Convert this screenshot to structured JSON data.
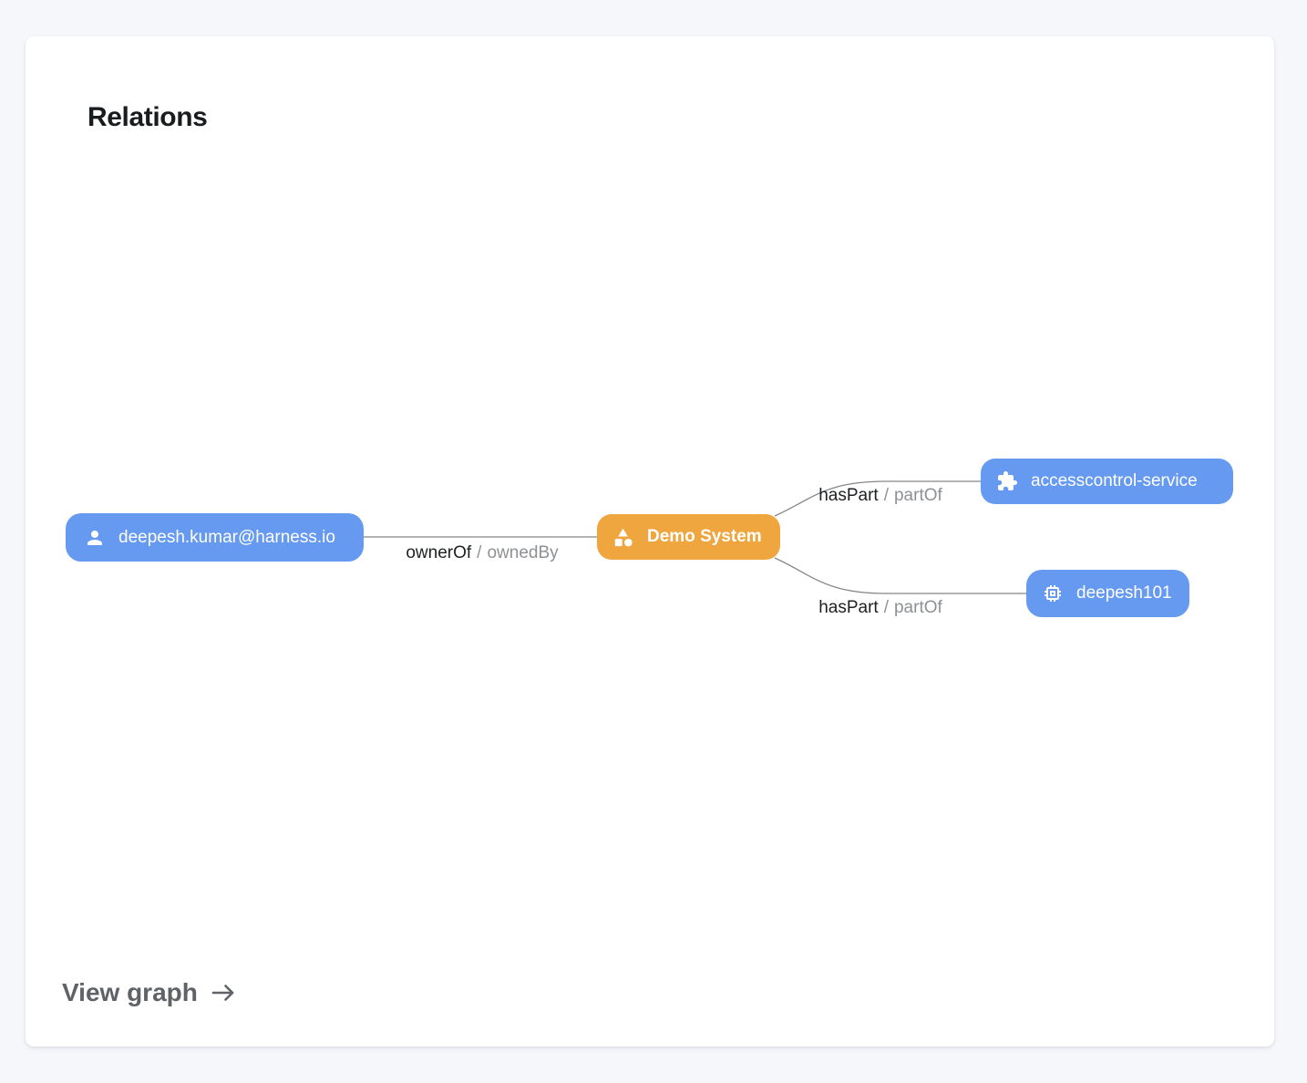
{
  "page": {
    "background": "#f5f7fb"
  },
  "card": {
    "title": "Relations",
    "background": "#ffffff"
  },
  "footer": {
    "link_label": "View graph",
    "arrow_icon": "right-arrow-icon"
  },
  "colors": {
    "node_blue": "#6699f0",
    "node_orange": "#f0a63e",
    "edge_line": "#85878a",
    "edge_label_primary": "#1d1f21",
    "edge_label_secondary": "#8e9194"
  },
  "graph": {
    "nodes": [
      {
        "id": "user",
        "label": "deepesh.kumar@harness.io",
        "icon": "person-icon",
        "color": "#6699f0"
      },
      {
        "id": "system",
        "label": "Demo System",
        "icon": "shapes-icon",
        "color": "#f0a63e"
      },
      {
        "id": "service",
        "label": "accesscontrol-service",
        "icon": "puzzle-icon",
        "color": "#6699f0"
      },
      {
        "id": "component",
        "label": "deepesh101",
        "icon": "chip-icon",
        "color": "#6699f0"
      }
    ],
    "edges": [
      {
        "from": "deepesh.kumar@harness.io",
        "to": "Demo System",
        "label_primary": "ownerOf",
        "separator": "/",
        "label_secondary": "ownedBy"
      },
      {
        "from": "Demo System",
        "to": "accesscontrol-service",
        "label_primary": "hasPart",
        "separator": "/",
        "label_secondary": "partOf"
      },
      {
        "from": "Demo System",
        "to": "deepesh101",
        "label_primary": "hasPart",
        "separator": "/",
        "label_secondary": "partOf"
      }
    ]
  }
}
